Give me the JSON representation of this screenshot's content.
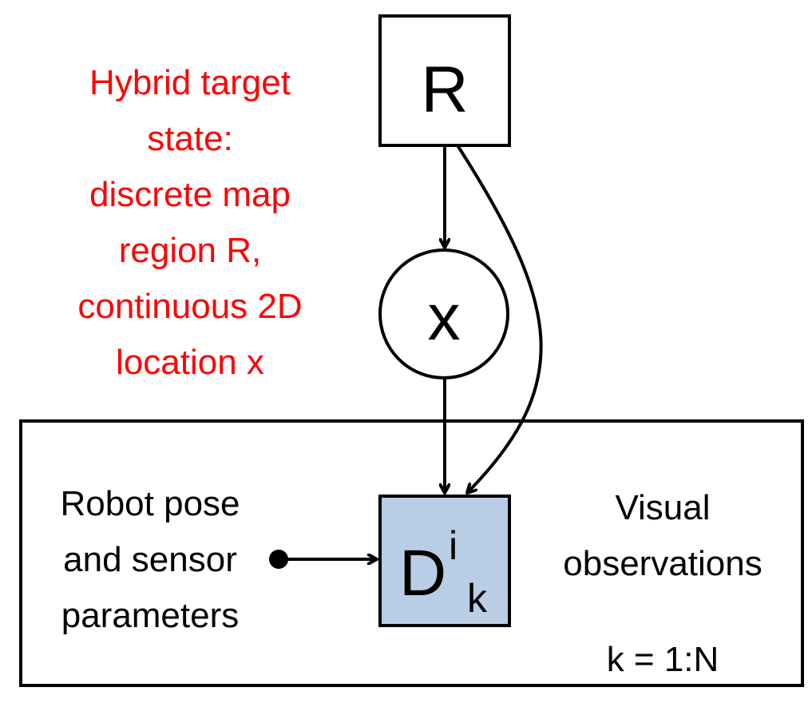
{
  "diagram": {
    "annotation_lines": [
      "Hybrid target",
      "state:",
      "discrete map",
      "region R,",
      "continuous 2D",
      "location x"
    ],
    "annotation_color": "#ff0000",
    "nodes": {
      "R": {
        "label": "R",
        "shape": "square"
      },
      "x": {
        "label": "x",
        "shape": "circle"
      },
      "D": {
        "label": "D",
        "superscript": "i",
        "subscript": "k",
        "shape": "square",
        "fill": "#b9cde5"
      }
    },
    "plate": {
      "left_label_lines": [
        "Robot pose",
        "and sensor",
        "parameters"
      ],
      "right_label_lines": [
        "Visual",
        "observations"
      ],
      "index_label": "k = 1:N"
    }
  }
}
